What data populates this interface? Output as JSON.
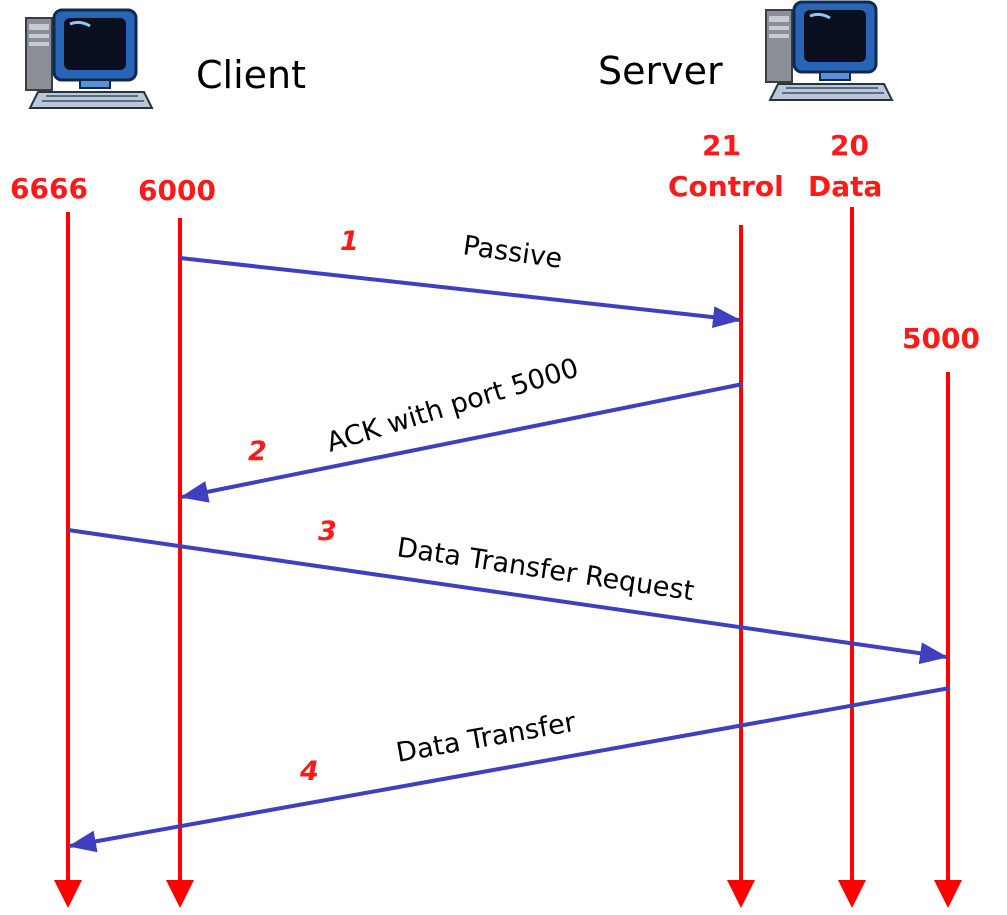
{
  "hosts": {
    "client": "Client",
    "server": "Server"
  },
  "ports": {
    "p6666": "6666",
    "p6000": "6000",
    "p21": "21",
    "control": "Control",
    "p20": "20",
    "data": "Data",
    "p5000": "5000"
  },
  "messages": {
    "m1_step": "1",
    "m1_label": "Passive",
    "m2_step": "2",
    "m2_label": "ACK  with port 5000",
    "m3_step": "3",
    "m3_label": "Data Transfer Request",
    "m4_step": "4",
    "m4_label": "Data Transfer"
  },
  "colors": {
    "timeline": "#ff0000",
    "arrow": "#3f3fbf",
    "port_label": "#ff1a1a"
  },
  "icons": {
    "client": "computer-icon",
    "server": "computer-icon"
  }
}
